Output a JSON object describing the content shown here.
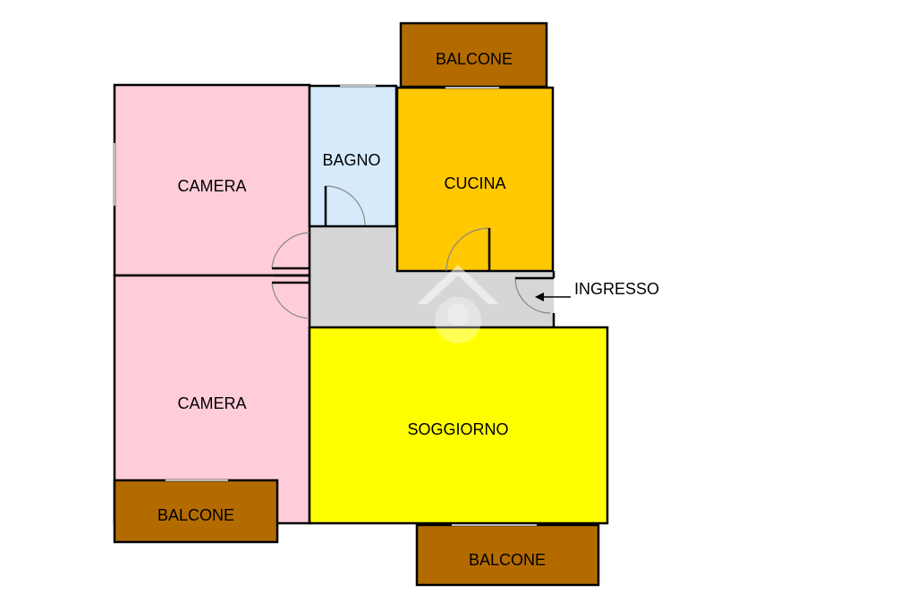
{
  "colors": {
    "camera": "#ffcdd9",
    "bagno": "#d6eafc",
    "cucina": "#ffc800",
    "soggiorno": "#ffff00",
    "corridoio": "#d6d6d6",
    "balcone": "#b36b00",
    "wall": "#000000"
  },
  "rooms": {
    "camera_top": "CAMERA",
    "camera_bottom": "CAMERA",
    "bagno": "BAGNO",
    "cucina": "CUCINA",
    "soggiorno": "SOGGIORNO",
    "balcone_top": "BALCONE",
    "balcone_left": "BALCONE",
    "balcone_bottom": "BALCONE"
  },
  "entrance": {
    "label": "INGRESSO",
    "icon": "arrow-left-icon"
  }
}
